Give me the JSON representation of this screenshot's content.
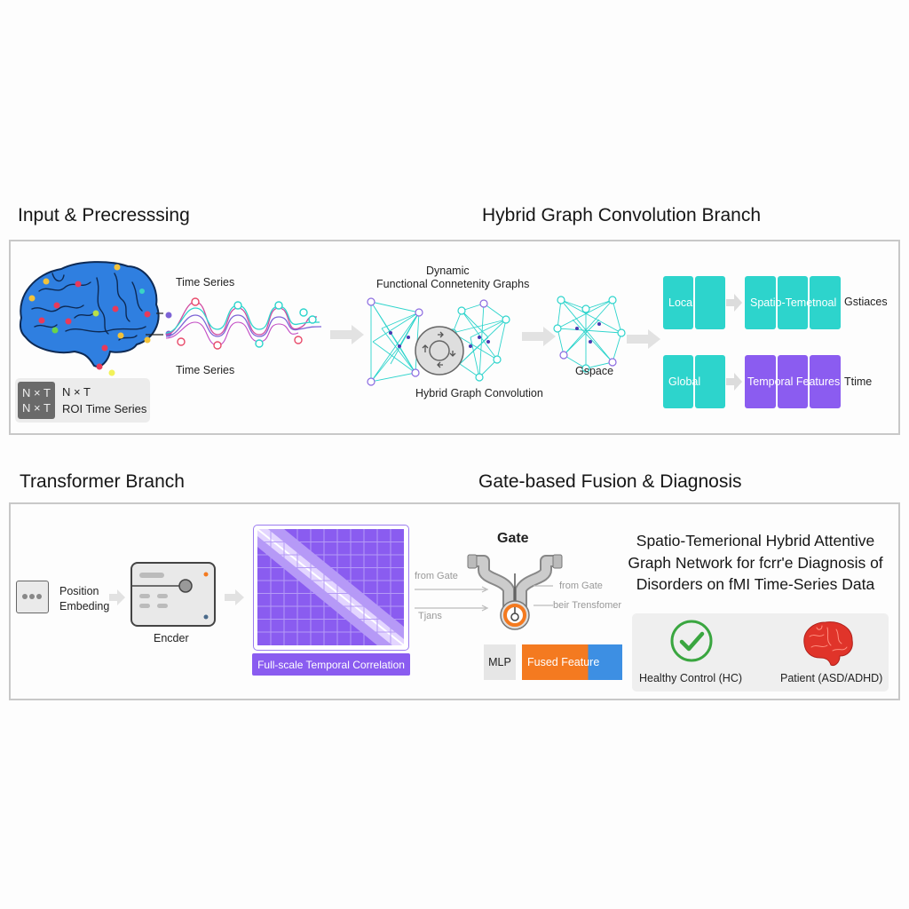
{
  "sections": {
    "input": {
      "title": "Input & Precresssing"
    },
    "hybrid_graph": {
      "title": "Hybrid Graph Convolution Branch"
    },
    "transformer": {
      "title": "Transformer Branch"
    },
    "fusion": {
      "title": "Gate-based Fusion & Diagnosis"
    }
  },
  "input_panel": {
    "time_series_top": "Time Series",
    "time_series_bottom": "Time Series",
    "roi_badge_line1": "N × T",
    "roi_badge_line2": "N × T",
    "roi_text_line1": "N × T",
    "roi_text_line2": "ROI Time Series"
  },
  "graph_panel": {
    "dfc_title_line1": "Dynamic",
    "dfc_title_line2": "Functional Connetenity Graphs",
    "hgc_label": "Hybrid Graph Convolution",
    "gspace_label": "Gspace",
    "local_label": "Local",
    "global_label": "Global",
    "spatio_label": "Spatio-Temetnoal",
    "temporal_label": "Temporal Features",
    "gstiaces_label": "Gstiaces",
    "ttime_label": "Ttime",
    "colors": {
      "teal": "#2dd4cc",
      "purple": "#8b5cf0"
    }
  },
  "transformer_panel": {
    "position_label_line1": "Position",
    "position_label_line2": "Embeding",
    "encoder_label": "Encder",
    "corr_label": "Full-scale Temporal Correlation"
  },
  "fusion_panel": {
    "gate_title": "Gate",
    "from_gate_left": "from Gate",
    "trans_left": "Tjans",
    "from_gate_right": "from Gate",
    "transformer_right": "beir Trensfomer",
    "mlp_label": "MLP",
    "fused_label": "Fused Feature",
    "final_title_line1": "Spatio-Temerional Hybrid Attentive",
    "final_title_line2": "Graph Network for fcrr'e Diagnosis of",
    "final_title_line3": "Disorders on fMI Time-Series Data",
    "healthy_label": "Healthy Control (HC)",
    "patient_label": "Patient (ASD/ADHD)",
    "colors": {
      "orange": "#f47a20",
      "blue": "#3d8fe3",
      "green": "#3aa640",
      "red": "#e0342a"
    }
  }
}
